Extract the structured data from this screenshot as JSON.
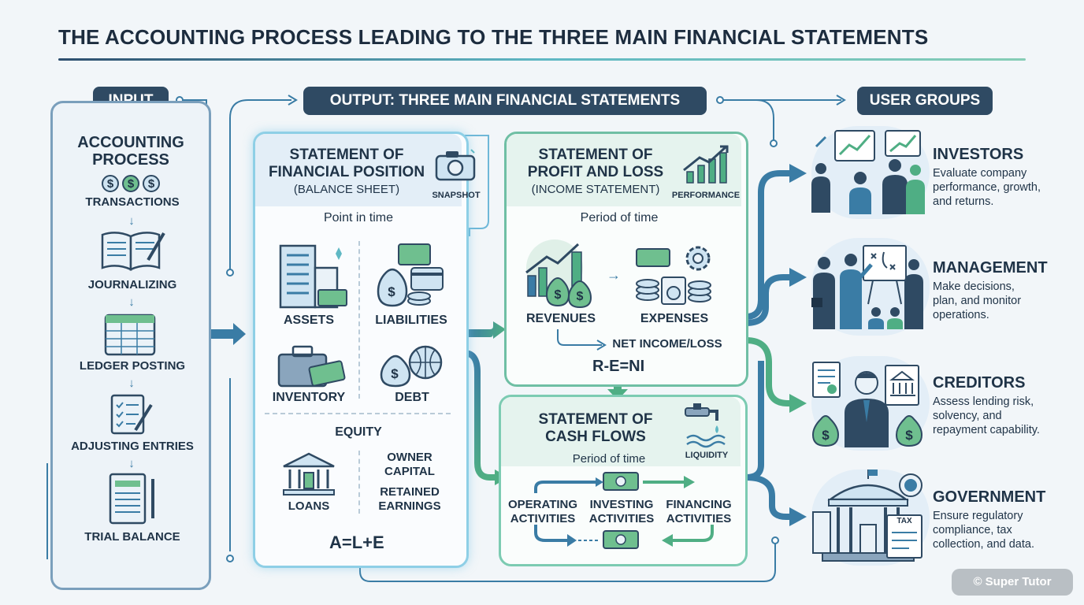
{
  "title": "THE ACCOUNTING PROCESS LEADING TO THE THREE MAIN FINANCIAL STATEMENTS",
  "headers": {
    "input": "INPUT",
    "output": "OUTPUT: THREE MAIN FINANCIAL STATEMENTS",
    "users": "USER GROUPS"
  },
  "input_panel": {
    "title_line1": "ACCOUNTING",
    "title_line2": "PROCESS",
    "steps": [
      "TRANSACTIONS",
      "JOURNALIZING",
      "LEDGER POSTING",
      "ADJUSTING ENTRIES",
      "TRIAL BALANCE"
    ]
  },
  "balance_sheet": {
    "title_line1": "STATEMENT OF",
    "title_line2": "FINANCIAL POSITION",
    "subtitle": "(BALANCE SHEET)",
    "badge": "SNAPSHOT",
    "timeframe": "Point in time",
    "assets": "ASSETS",
    "liabilities": "LIABILITIES",
    "inventory": "INVENTORY",
    "debt": "DEBT",
    "equity": "EQUITY",
    "loans": "LOANS",
    "owner_capital_1": "OWNER",
    "owner_capital_2": "CAPITAL",
    "retained_1": "RETAINED",
    "retained_2": "EARNINGS",
    "formula": "A=L+E"
  },
  "profit_loss": {
    "title_line1": "STATEMENT OF",
    "title_line2": "PROFIT AND LOSS",
    "subtitle": "(INCOME STATEMENT)",
    "badge": "PERFORMANCE",
    "timeframe": "Period of time",
    "revenues": "REVENUES",
    "expenses": "EXPENSES",
    "net": "NET INCOME/LOSS",
    "formula": "R-E=NI"
  },
  "cash_flows": {
    "title_line1": "STATEMENT OF",
    "title_line2": "CASH FLOWS",
    "timeframe": "Period of time",
    "badge": "LIQUIDITY",
    "operating_1": "OPERATING",
    "operating_2": "ACTIVITIES",
    "investing_1": "INVESTING",
    "investing_2": "ACTIVITIES",
    "financing_1": "FINANCING",
    "financing_2": "ACTIVITIES"
  },
  "user_groups": [
    {
      "name": "INVESTORS",
      "desc1": "Evaluate company",
      "desc2": "performance, growth,",
      "desc3": "and returns."
    },
    {
      "name": "MANAGEMENT",
      "desc1": "Make decisions,",
      "desc2": "plan, and monitor",
      "desc3": "operations."
    },
    {
      "name": "CREDITORS",
      "desc1": "Assess lending risk,",
      "desc2": "solvency, and",
      "desc3": "repayment capability."
    },
    {
      "name": "GOVERNMENT",
      "desc1": "Ensure regulatory",
      "desc2": "compliance, tax",
      "desc3": "collection, and data."
    }
  ],
  "icon_text": {
    "dollar": "$",
    "tax": "TAX"
  },
  "watermark": "© Super Tutor",
  "colors": {
    "navy": "#2f4a63",
    "blue_line": "#3a7ca5",
    "green": "#4fae84",
    "teal": "#5fb8c4"
  }
}
